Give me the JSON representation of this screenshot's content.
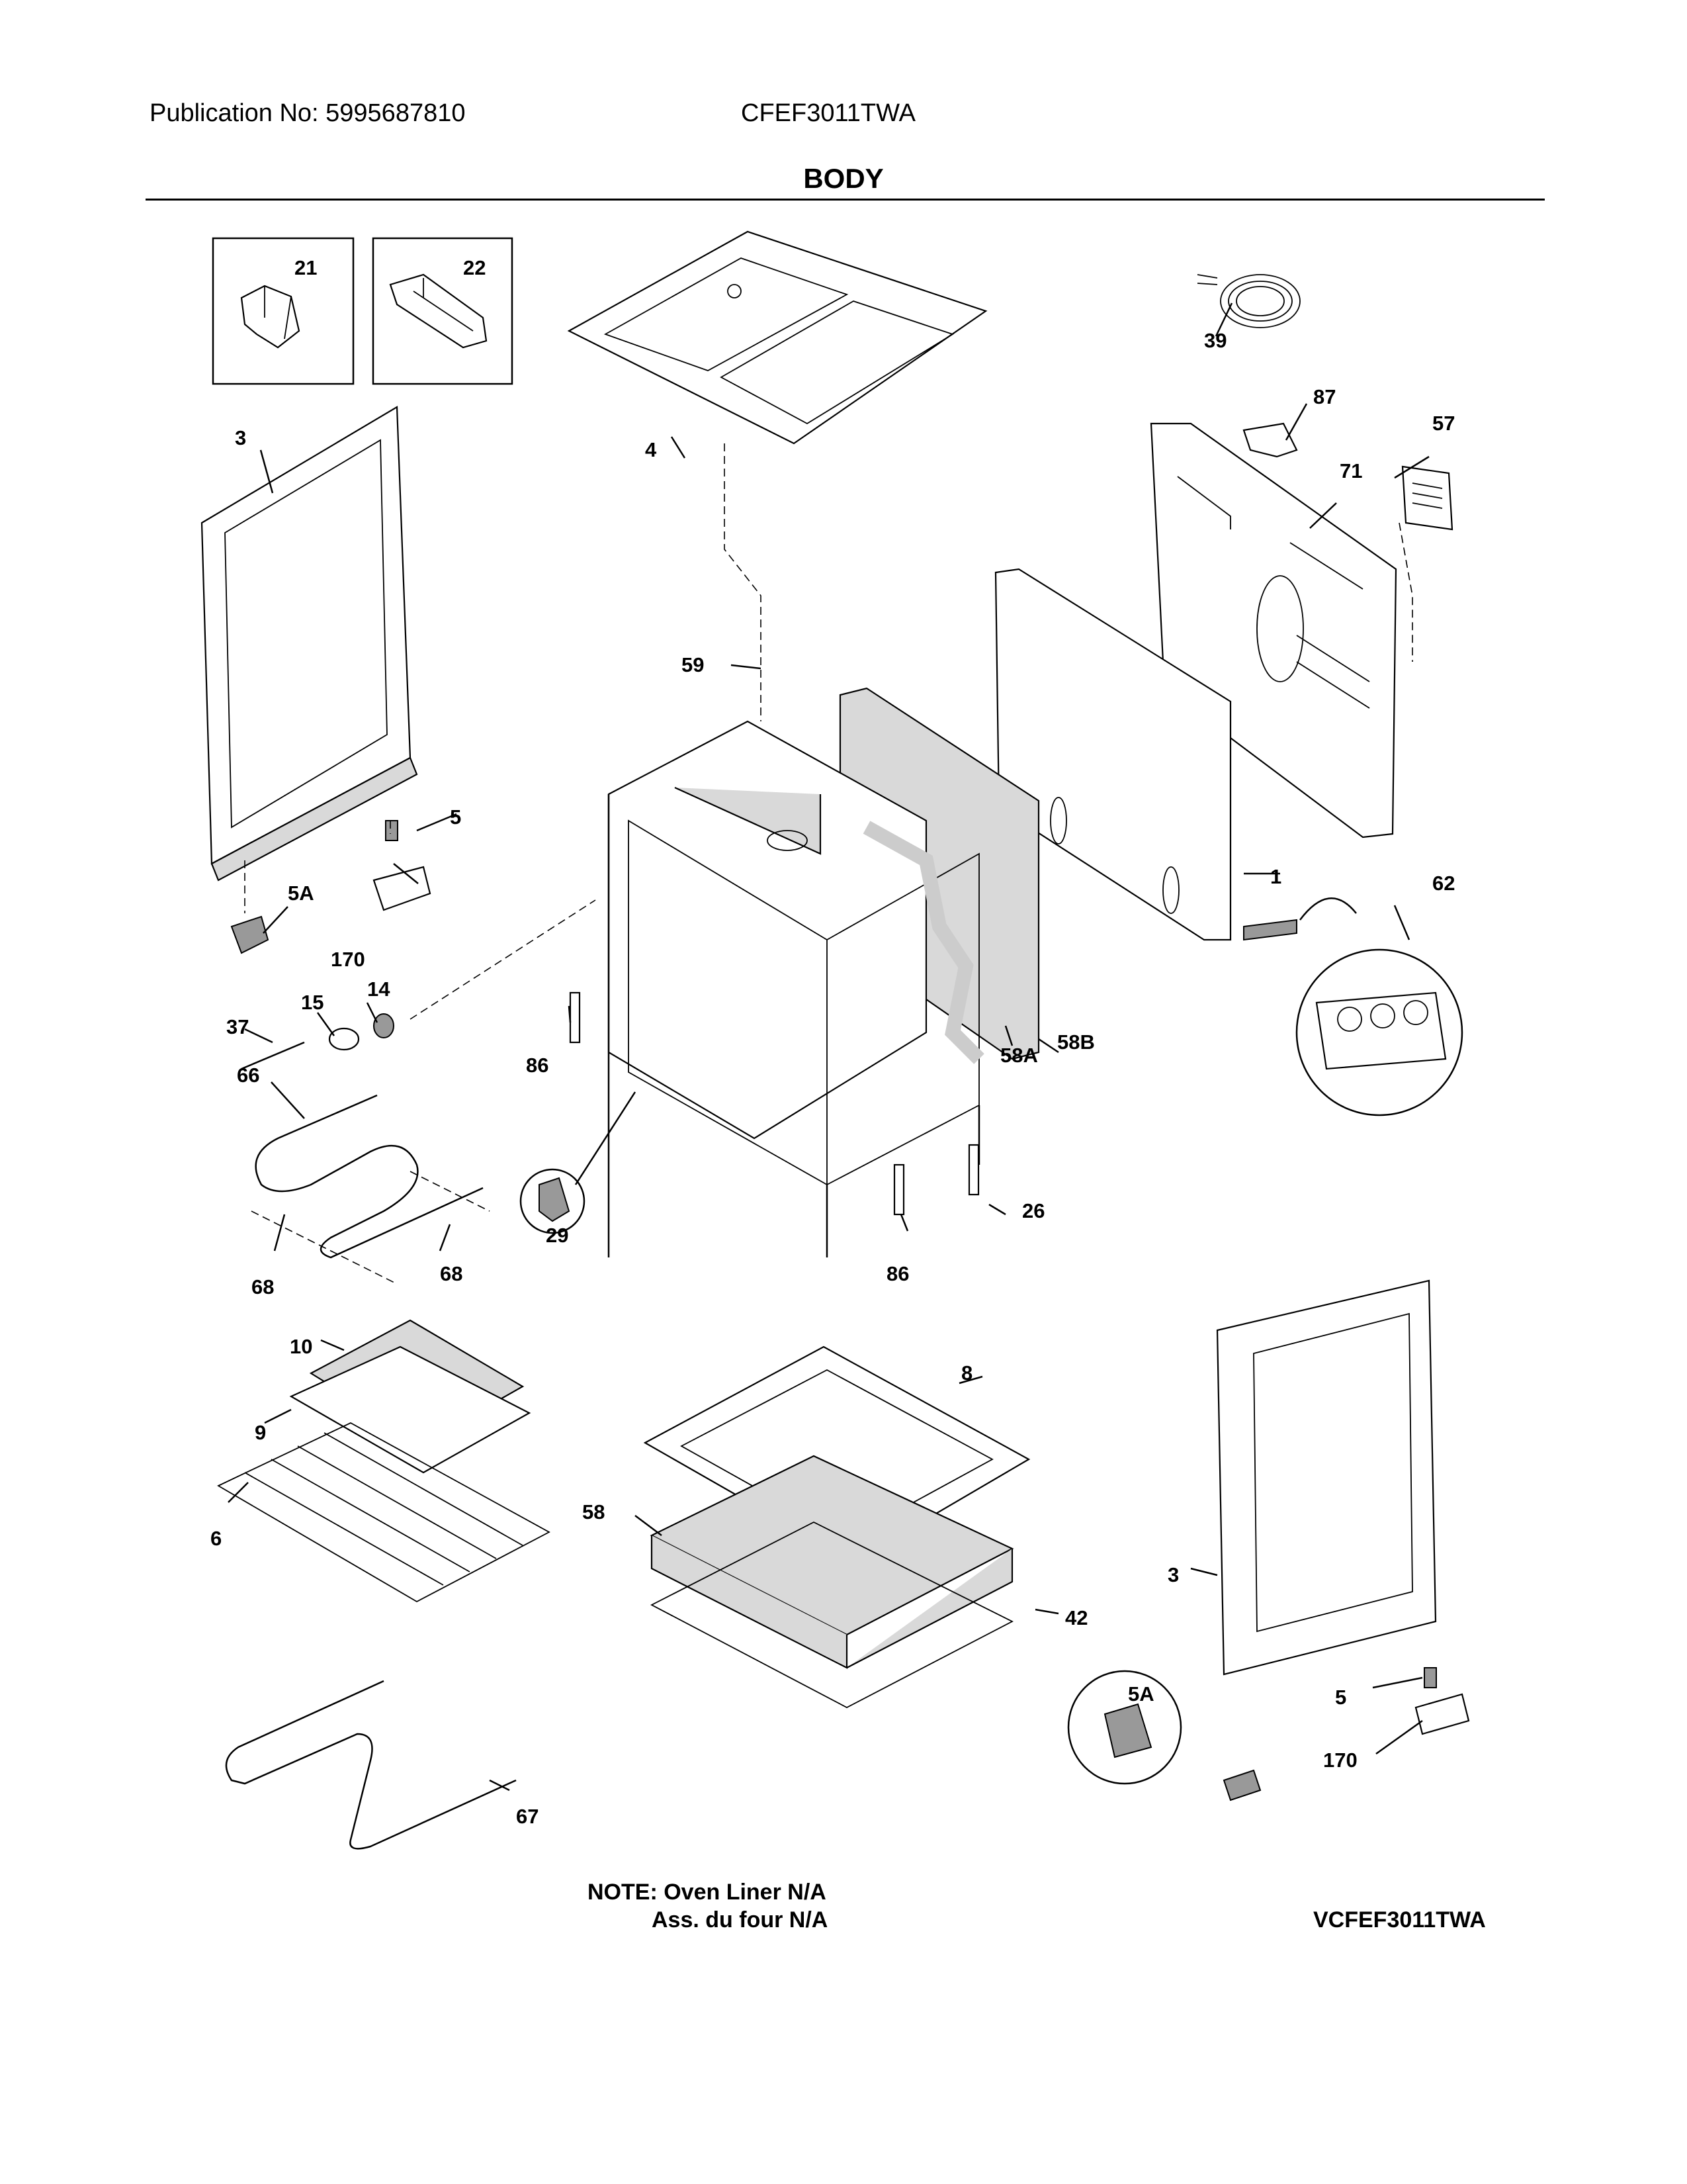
{
  "header": {
    "publication": "Publication No: 5995687810",
    "model": "CFEF3011TWA",
    "section_title": "BODY"
  },
  "callouts": {
    "c21": "21",
    "c22": "22",
    "c39": "39",
    "c87": "87",
    "c57": "57",
    "c71": "71",
    "c3a": "3",
    "c4": "4",
    "c59": "59",
    "c5a": "5",
    "c5A_1": "5A",
    "c170a": "170",
    "c14": "14",
    "c15": "15",
    "c37": "37",
    "c86a": "86",
    "c66": "66",
    "c68a": "68",
    "c68b": "68",
    "c29": "29",
    "c86b": "86",
    "c26": "26",
    "c1": "1",
    "c62": "62",
    "c58A": "58A",
    "c58B": "58B",
    "c10": "10",
    "c9": "9",
    "c6": "6",
    "c8": "8",
    "c58": "58",
    "c42": "42",
    "c3b": "3",
    "c5b": "5",
    "c5A_2": "5A",
    "c170b": "170",
    "c67": "67"
  },
  "footer": {
    "note_line1": "NOTE: Oven Liner N/A",
    "note_line2": "Ass. du four N/A",
    "diagram_code": "VCFEF3011TWA"
  }
}
